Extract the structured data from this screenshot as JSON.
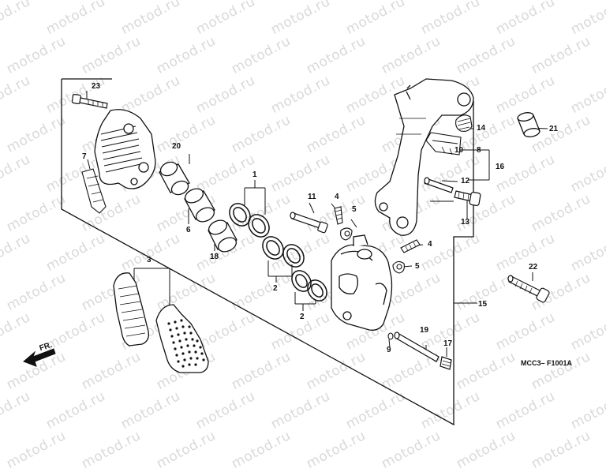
{
  "watermark": "motod.ru",
  "diagram_code": "MCC3– F1001A",
  "direction_label": "FR.",
  "callouts": [
    "1",
    "2",
    "2",
    "3",
    "4",
    "4",
    "5",
    "5",
    "6",
    "7",
    "8",
    "9",
    "10",
    "11",
    "12",
    "13",
    "14",
    "15",
    "16",
    "17",
    "18",
    "19",
    "20",
    "21",
    "22",
    "23"
  ]
}
